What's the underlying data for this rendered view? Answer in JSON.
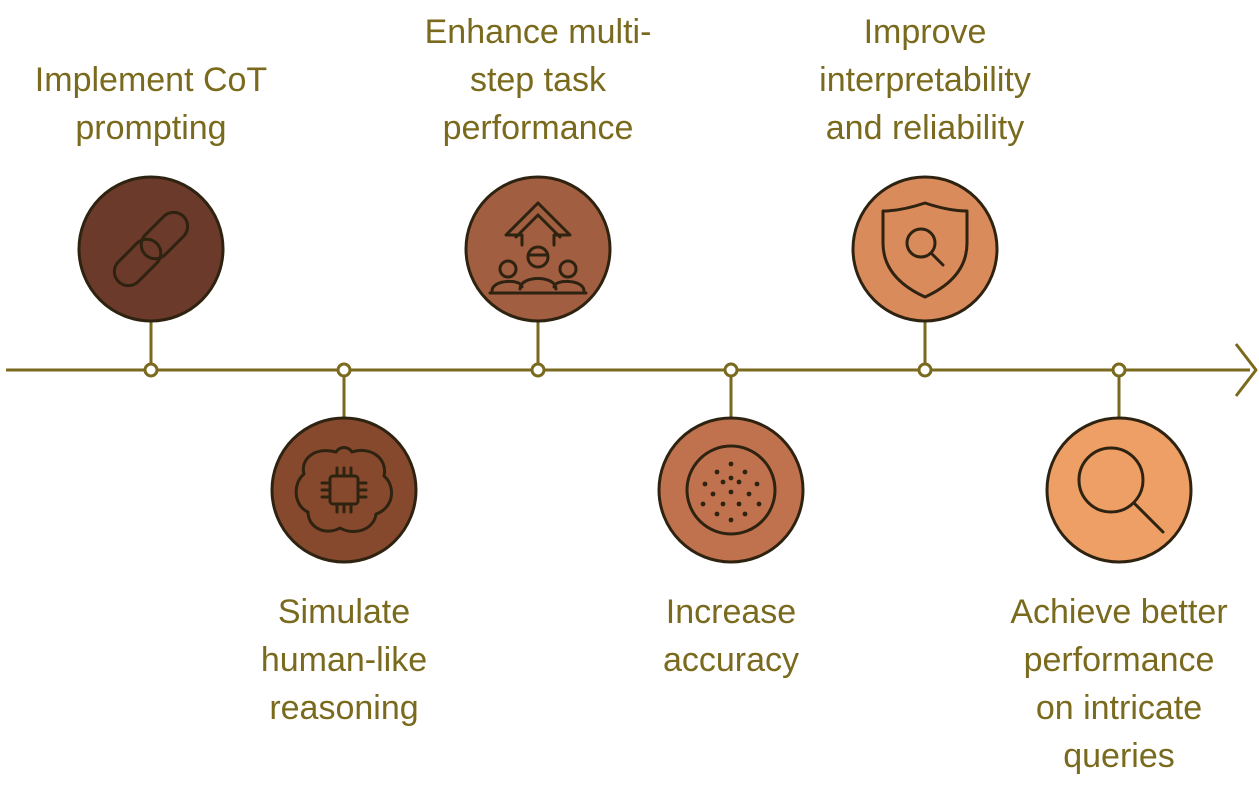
{
  "colors": {
    "line": "#7a6a1e",
    "text": "#7a6a1e",
    "outline": "#2e2210"
  },
  "steps": [
    {
      "position": "above",
      "lines": [
        "Implement CoT",
        "prompting"
      ],
      "icon": "chain-link-icon",
      "fill": "#6b3a2a"
    },
    {
      "position": "below",
      "lines": [
        "Simulate",
        "human-like",
        "reasoning"
      ],
      "icon": "brain-chip-icon",
      "fill": "#86492e"
    },
    {
      "position": "above",
      "lines": [
        "Enhance multi-",
        "step task",
        "performance"
      ],
      "icon": "team-growth-icon",
      "fill": "#a25e40"
    },
    {
      "position": "below",
      "lines": [
        "Increase",
        "accuracy"
      ],
      "icon": "target-dots-icon",
      "fill": "#c0724e"
    },
    {
      "position": "above",
      "lines": [
        "Improve",
        "interpretability",
        "and reliability"
      ],
      "icon": "shield-search-icon",
      "fill": "#d98b5c"
    },
    {
      "position": "below",
      "lines": [
        "Achieve better",
        "performance",
        "on intricate",
        "queries"
      ],
      "icon": "magnifier-icon",
      "fill": "#ee9f66"
    }
  ]
}
